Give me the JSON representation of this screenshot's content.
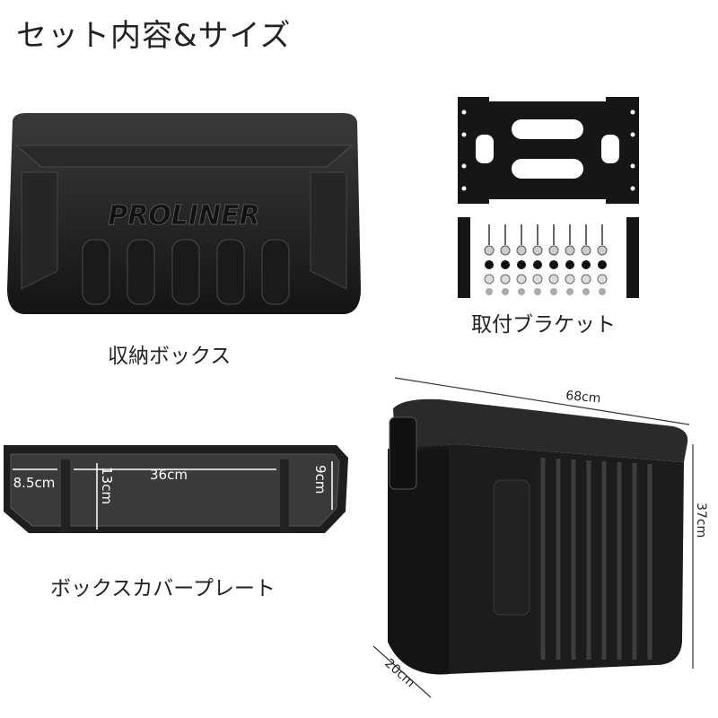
{
  "title": "セット内容&サイズ",
  "items": {
    "storage_box": {
      "caption": "収納ボックス",
      "logo": "PROLINER"
    },
    "bracket": {
      "caption": "取付ブラケット"
    },
    "cover_plate": {
      "caption": "ボックスカバープレート",
      "dims": {
        "side_width": "8.5cm",
        "center_width": "36cm",
        "center_depth": "13cm",
        "side_depth": "9cm"
      }
    },
    "box_side": {
      "dims": {
        "length": "68cm",
        "height": "37cm",
        "depth": "20cm"
      }
    }
  },
  "colors": {
    "product": "#1c1c1c",
    "dimension": "#222222"
  }
}
